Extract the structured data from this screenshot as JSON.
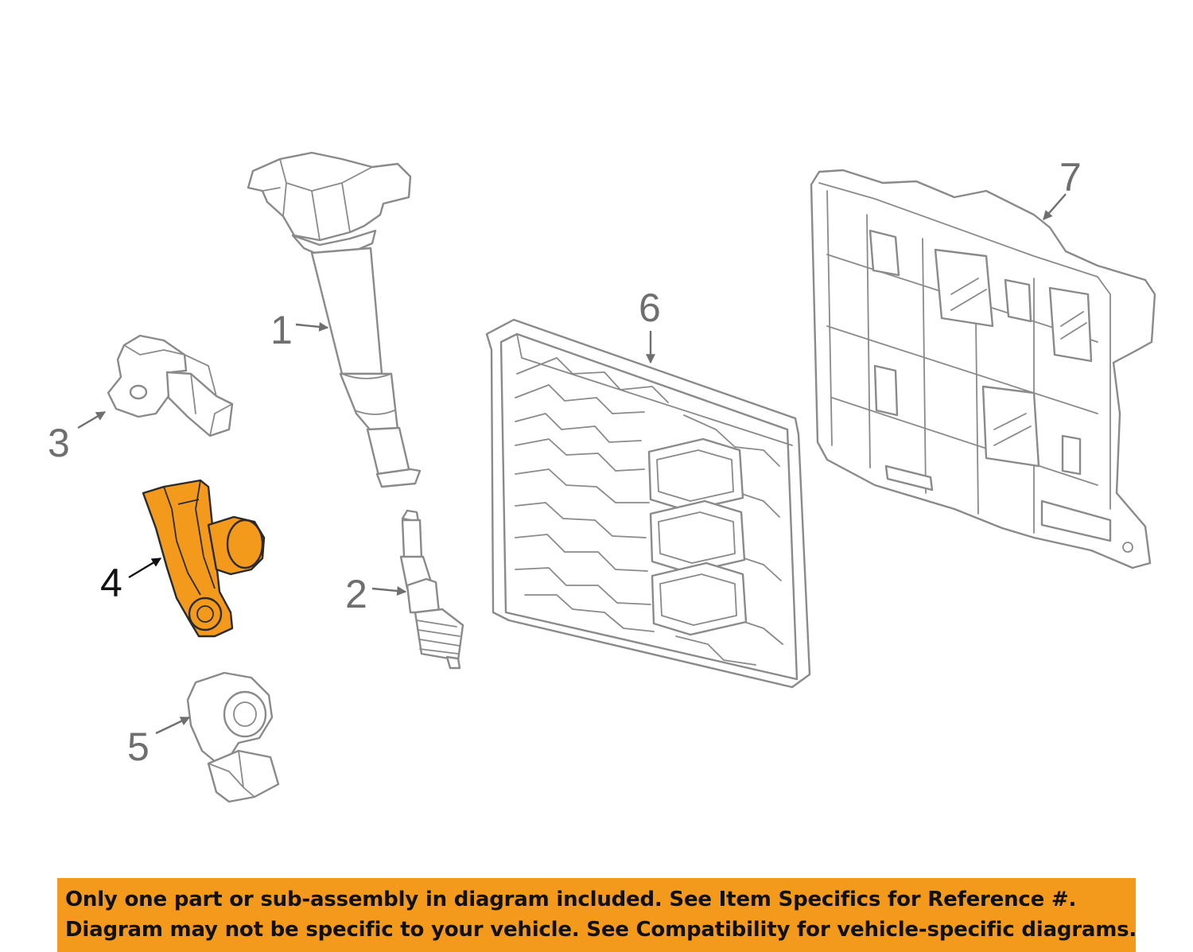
{
  "callouts": {
    "c1": "1",
    "c2": "2",
    "c3": "3",
    "c4": "4",
    "c5": "5",
    "c6": "6",
    "c7": "7"
  },
  "highlight_color": "#f39a1d",
  "highlighted_part": "4",
  "notice": {
    "line1": "Only one part or sub-assembly in diagram included. See Item Specifics for Reference #.",
    "line2": "Diagram may not be specific to your vehicle. See Compatibility for vehicle-specific diagrams."
  }
}
